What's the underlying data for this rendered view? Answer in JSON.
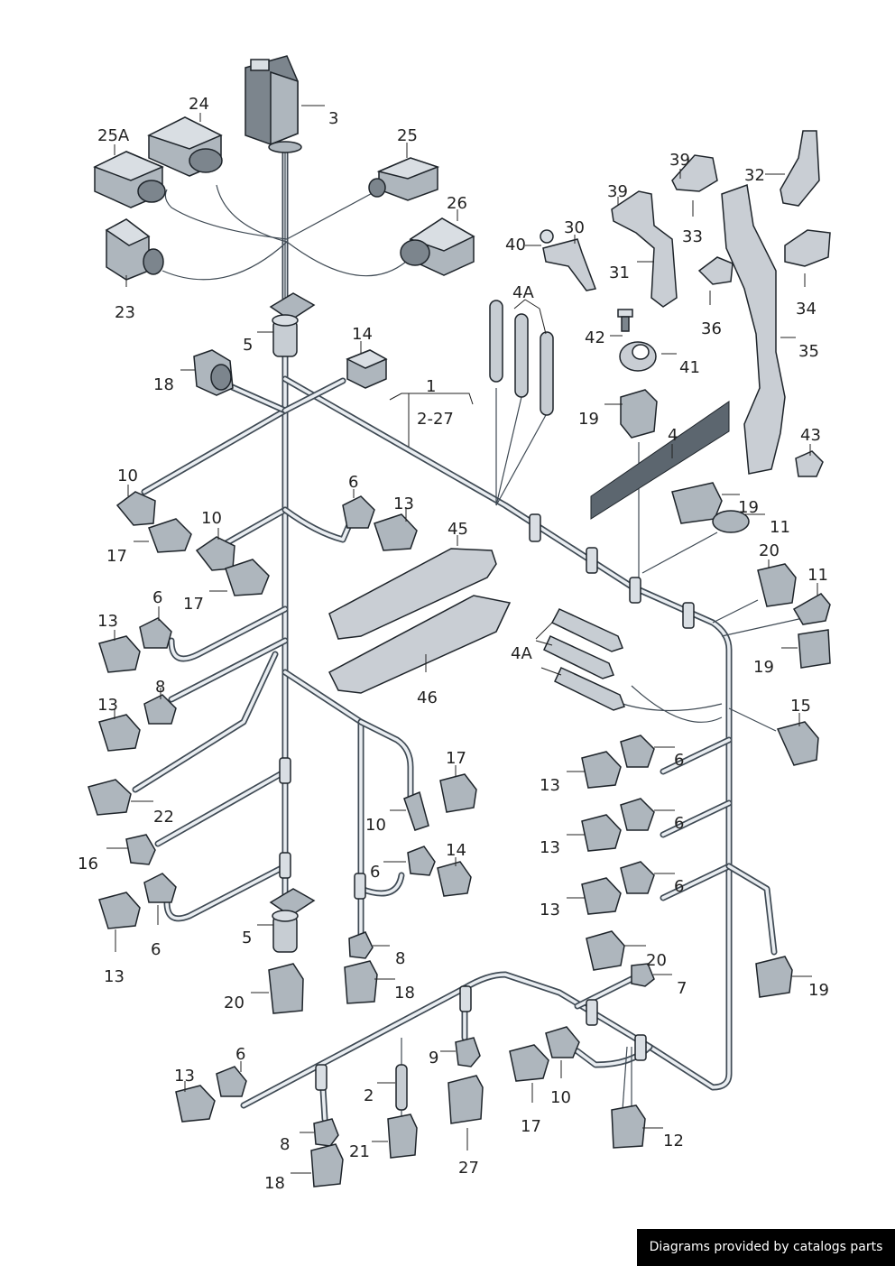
{
  "callouts": [
    "3",
    "24",
    "25A",
    "25",
    "26",
    "23",
    "5",
    "14",
    "18",
    "1",
    "2-27",
    "4A",
    "40",
    "30",
    "39",
    "33",
    "32",
    "31",
    "36",
    "34",
    "42",
    "41",
    "35",
    "19",
    "4",
    "43",
    "10",
    "17",
    "6",
    "13",
    "45",
    "11",
    "20",
    "8",
    "22",
    "16",
    "46",
    "15",
    "7",
    "9",
    "2",
    "21",
    "27",
    "12"
  ],
  "footer": "Diagrams provided by catalogs parts"
}
